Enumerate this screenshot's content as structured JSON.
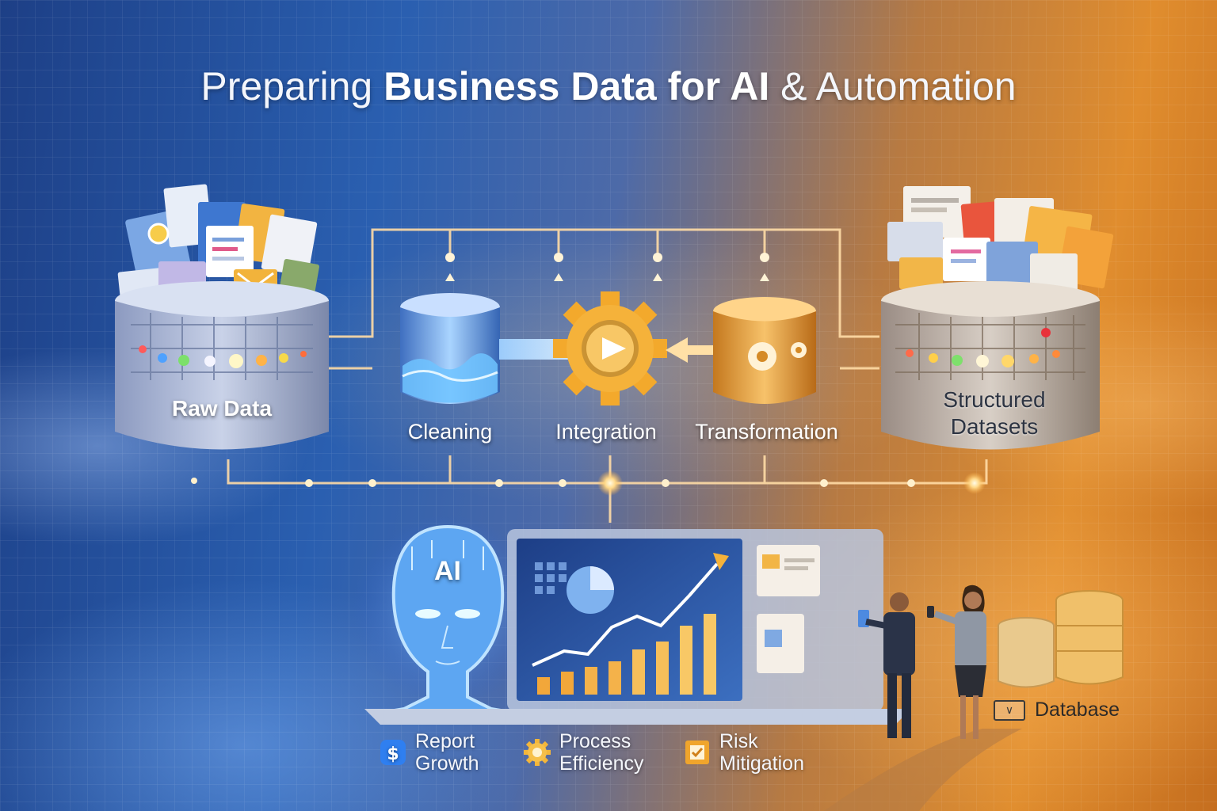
{
  "title": {
    "part1": "Preparing ",
    "bold": "Business Data for AI",
    "part2": " & Automation"
  },
  "stages": {
    "raw": "Raw Data",
    "cleaning": "Cleaning",
    "integration": "Integration",
    "transformation": "Transformation",
    "structured_line1": "Structured",
    "structured_line2": "Datasets"
  },
  "ai_badge": "AI",
  "legend": [
    {
      "icon": "dollar-icon",
      "line1": "Report",
      "line2": "Growth",
      "color": "#2f7ff0"
    },
    {
      "icon": "gear-icon",
      "line1": "Process",
      "line2": "Efficiency",
      "color": "#f3b63a"
    },
    {
      "icon": "checklist-icon",
      "line1": "Risk",
      "line2": "Mitigation",
      "color": "#f0a52c"
    }
  ],
  "database_label": "Database",
  "colors": {
    "blue_accent": "#2f7ff0",
    "orange_accent": "#f3a02e",
    "flow_line": "#ffd79a"
  }
}
